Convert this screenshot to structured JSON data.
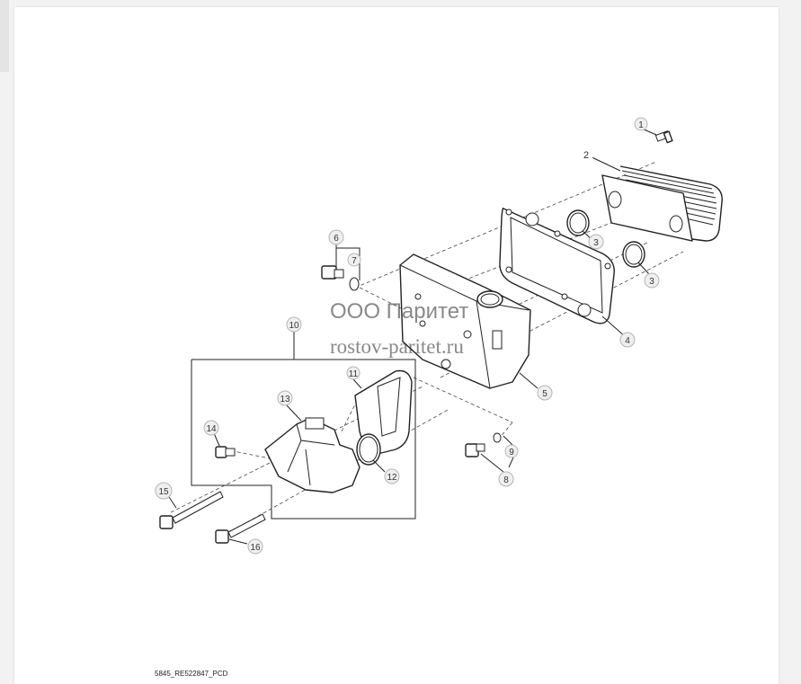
{
  "diagram": {
    "callouts": [
      {
        "id": "1",
        "label": "1"
      },
      {
        "id": "2",
        "label": "2"
      },
      {
        "id": "3a",
        "label": "3"
      },
      {
        "id": "3b",
        "label": "3"
      },
      {
        "id": "4",
        "label": "4"
      },
      {
        "id": "5",
        "label": "5"
      },
      {
        "id": "6",
        "label": "6"
      },
      {
        "id": "7",
        "label": "7"
      },
      {
        "id": "8",
        "label": "8"
      },
      {
        "id": "9",
        "label": "9"
      },
      {
        "id": "10",
        "label": "10"
      },
      {
        "id": "11",
        "label": "11"
      },
      {
        "id": "12",
        "label": "12"
      },
      {
        "id": "13",
        "label": "13"
      },
      {
        "id": "14",
        "label": "14"
      },
      {
        "id": "15",
        "label": "15"
      },
      {
        "id": "16",
        "label": "16"
      }
    ],
    "watermark_line1": "ООО Паритет",
    "watermark_line2": "rostov-paritet.ru",
    "drawing_code": "5845_RE522847_PCD"
  }
}
